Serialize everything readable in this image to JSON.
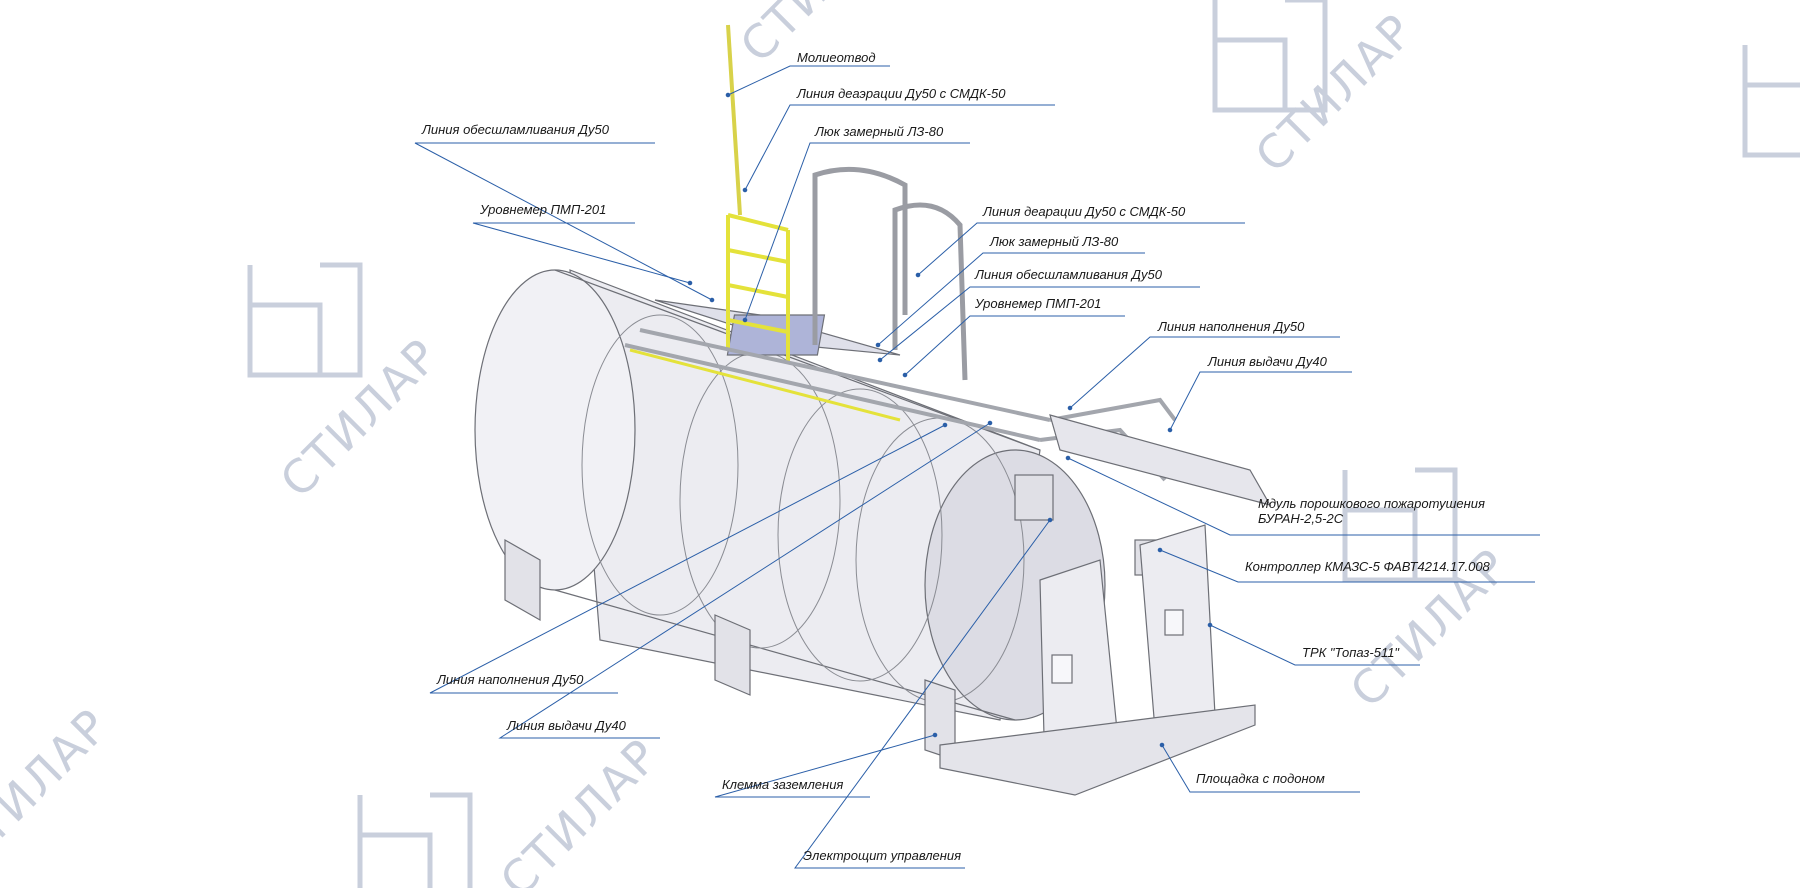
{
  "watermark": {
    "brand": "СТИЛАР",
    "color": "#c9cfdc"
  },
  "colors": {
    "leader": "#2b5fa8",
    "tank_outline": "#6d6f76",
    "tank_fill": "#e9e9ee",
    "ladder": "#e4e23a",
    "label_text": "#1a1a1a"
  },
  "callouts": [
    {
      "id": "lightning-rod",
      "text": "Молиеотвод"
    },
    {
      "id": "deaeration-line-1",
      "text": "Линия деаэрации Ду50 с СМДК-50"
    },
    {
      "id": "measuring-hatch-1",
      "text": "Люк замерный ЛЗ-80"
    },
    {
      "id": "desludging-line-1",
      "text": "Линия обесшламливания Ду50"
    },
    {
      "id": "level-gauge-1",
      "text": "Уровнемер ПМП-201"
    },
    {
      "id": "deaeration-line-2",
      "text": "Линия деарации Ду50 с СМДК-50"
    },
    {
      "id": "measuring-hatch-2",
      "text": "Люк замерный ЛЗ-80"
    },
    {
      "id": "desludging-line-2",
      "text": "Линия обесшламливания Ду50"
    },
    {
      "id": "level-gauge-2",
      "text": "Уровнемер ПМП-201"
    },
    {
      "id": "filling-line-right",
      "text": "Линия наполнения Ду50"
    },
    {
      "id": "dispensing-line-right",
      "text": "Линия выдачи Ду40"
    },
    {
      "id": "fire-module-line1",
      "text": "Мдуль порошкового пожаротушения"
    },
    {
      "id": "fire-module-line2",
      "text": "БУРАН-2,5-2С"
    },
    {
      "id": "controller",
      "text": "Контроллер КМАЗС-5 ФАВТ4214.17.008"
    },
    {
      "id": "dispenser",
      "text": "ТРК \"Топаз-511\""
    },
    {
      "id": "platform",
      "text": "Площадка с подоном"
    },
    {
      "id": "filling-line-left",
      "text": "Линия наполнения Ду50"
    },
    {
      "id": "dispensing-line-left",
      "text": "Линия выдачи Ду40"
    },
    {
      "id": "grounding-clamp",
      "text": "Клемма заземления"
    },
    {
      "id": "control-panel",
      "text": "Электрощит управления"
    }
  ]
}
